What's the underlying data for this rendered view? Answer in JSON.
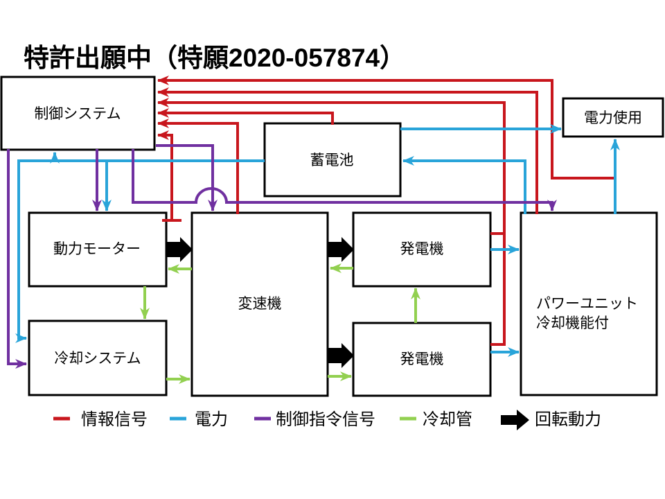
{
  "title": "特許出願中（特願2020-057874）",
  "colors": {
    "info_signal": "#c8161d",
    "power": "#29a4d9",
    "command": "#7030a0",
    "coolant": "#92d050",
    "rotation": "#000000"
  },
  "boxes": {
    "control": {
      "label": "制御システム"
    },
    "power_usage": {
      "label": "電力使用"
    },
    "battery": {
      "label": "蓄電池"
    },
    "motor": {
      "label": "動力モーター"
    },
    "transmission": {
      "label": "変速機"
    },
    "generator_top": {
      "label": "発電機"
    },
    "generator_bottom": {
      "label": "発電機"
    },
    "power_unit": {
      "label_line1": "パワーユニット",
      "label_line2": "冷却機能付"
    },
    "cooling": {
      "label": "冷却システム"
    }
  },
  "legend": {
    "info_signal": "情報信号",
    "power": "電力",
    "command": "制御指令信号",
    "coolant": "冷却管",
    "rotation": "回転動力"
  }
}
